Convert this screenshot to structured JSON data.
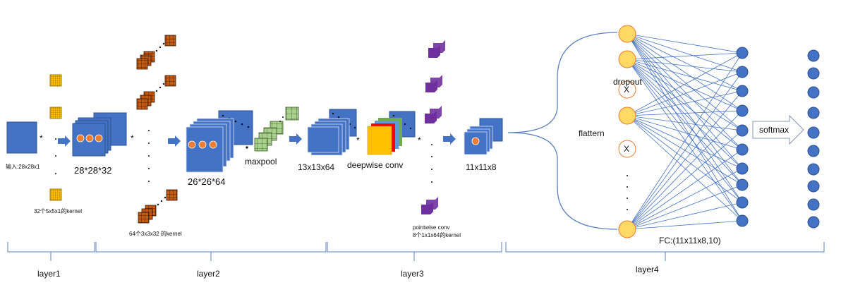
{
  "colors": {
    "feature_map": "#4472c4",
    "feature_edge": "#2f528f",
    "kernel5": "#ffc000",
    "kernel3": "#c55a11",
    "pool": "#a9d18e",
    "point": "#7030a0",
    "node_input": "#ffd966",
    "node_hidden": "#4472c4",
    "brace": "#5b7fc0",
    "arrow": "#4472c4",
    "activation": "#ed7d31"
  },
  "layer1": {
    "input_label": "输入:28x28x1",
    "kernel_label": "32个5x5x1的kernel",
    "output_label": "28*28*32",
    "operator": "*"
  },
  "layer2": {
    "kernel_label": "64个3x3x32 的kernel",
    "conv_label": "26*26*64",
    "pool_label": "maxpool",
    "pool_output_label": "13x13x64",
    "operator": "*"
  },
  "layer3": {
    "depthwise_label": "deepwise conv",
    "pointwise_label_line1": "pointwise conv",
    "pointwise_label_line2": "8个1x1x64的kernel",
    "output_label": "11x11x8",
    "operator": "*"
  },
  "layer4": {
    "flatten_label": "flattern",
    "dropout_label": "dropout",
    "dropped_mark": "X",
    "fc_label": "FC:(11x11x8,10)",
    "softmax_label": "softmax"
  },
  "layer_labels": [
    "layer1",
    "layer2",
    "layer3",
    "layer4"
  ]
}
